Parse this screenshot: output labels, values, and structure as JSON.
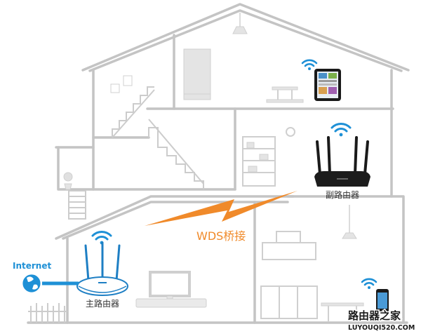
{
  "labels": {
    "internet": "Internet",
    "main_router": "主路由器",
    "sub_router": "副路由器",
    "wds": "WDS桥接"
  },
  "watermark": {
    "title": "路由器之家",
    "url": "LUYOUQI520.COM"
  },
  "colors": {
    "house_line": "#c4c4c4",
    "wifi": "#1e90d6",
    "internet_text": "#1e90d6",
    "wds_bolt": "#f08a2a",
    "wds_text": "#f08a2a",
    "label_text": "#333333"
  },
  "icons": [
    "wifi-icon",
    "globe-icon",
    "router-icon",
    "tablet-icon",
    "phone-icon",
    "lightning-icon"
  ]
}
